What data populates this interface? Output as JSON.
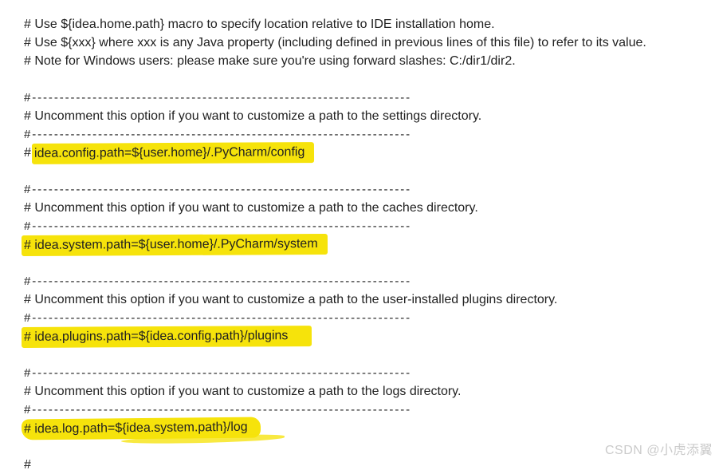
{
  "page": {
    "background": "#ffffff",
    "text_color": "#212121",
    "highlight_color": "#f6e30b",
    "watermark_color": "#cbcbcb"
  },
  "watermark": {
    "text": "CSDN @小虎添翼"
  },
  "document": {
    "lines": [
      {
        "type": "comment",
        "text": "# Use ${idea.home.path} macro to specify location relative to IDE installation home."
      },
      {
        "type": "comment",
        "text": "# Use ${xxx} where xxx is any Java property (including defined in previous lines of this file) to refer to its value."
      },
      {
        "type": "comment",
        "text": "# Note for Windows users: please make sure you're using forward slashes: C:/dir1/dir2."
      },
      {
        "type": "blank"
      },
      {
        "type": "divider",
        "text": "#---------------------------------------------------------------------"
      },
      {
        "type": "comment",
        "text": "# Uncomment this option if you want to customize a path to the settings directory."
      },
      {
        "type": "divider",
        "text": "#---------------------------------------------------------------------"
      },
      {
        "type": "highlight",
        "prefix": "# ",
        "text": "idea.config.path=${user.home}/.PyCharm/config"
      },
      {
        "type": "blank"
      },
      {
        "type": "divider",
        "text": "#---------------------------------------------------------------------"
      },
      {
        "type": "comment",
        "text": "# Uncomment this option if you want to customize a path to the caches directory."
      },
      {
        "type": "divider",
        "text": "#---------------------------------------------------------------------"
      },
      {
        "type": "highlight",
        "prefix": "",
        "text": "# idea.system.path=${user.home}/.PyCharm/system"
      },
      {
        "type": "blank"
      },
      {
        "type": "divider",
        "text": "#---------------------------------------------------------------------"
      },
      {
        "type": "comment",
        "text": "# Uncomment this option if you want to customize a path to the user-installed plugins directory."
      },
      {
        "type": "divider",
        "text": "#---------------------------------------------------------------------"
      },
      {
        "type": "highlight",
        "prefix": "",
        "text": "# idea.plugins.path=${idea.config.path}/plugins",
        "marker": "extended"
      },
      {
        "type": "blank"
      },
      {
        "type": "divider",
        "text": "#---------------------------------------------------------------------"
      },
      {
        "type": "comment",
        "text": "# Uncomment this option if you want to customize a path to the logs directory."
      },
      {
        "type": "divider",
        "text": "#---------------------------------------------------------------------"
      },
      {
        "type": "highlight",
        "prefix": "",
        "text": "# idea.log.path=${idea.system.path}/log",
        "marker": "wavy"
      },
      {
        "type": "blank"
      },
      {
        "type": "comment",
        "text": "#"
      }
    ]
  }
}
